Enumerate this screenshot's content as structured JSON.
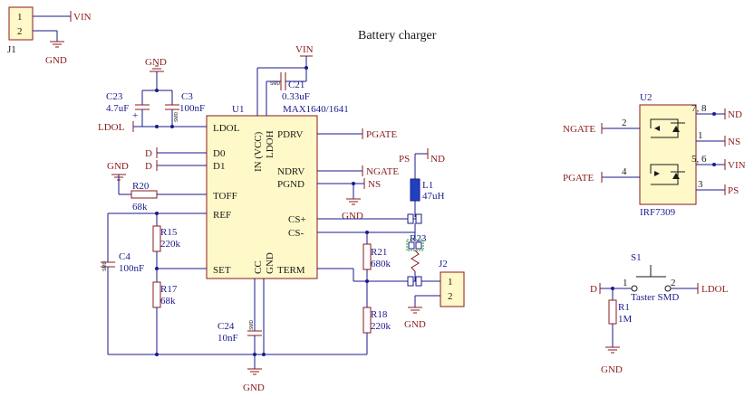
{
  "title": "Battery charger",
  "nets": {
    "vin": "VIN",
    "gnd": "GND",
    "ldol": "LDOL",
    "pgate": "PGATE",
    "ngate": "NGATE",
    "ns": "NS",
    "nd": "ND",
    "ps": "PS",
    "d": "D"
  },
  "j1": {
    "ref": "J1",
    "pin1": "1",
    "pin2": "2"
  },
  "j2": {
    "ref": "J2",
    "pin1": "1",
    "pin2": "2"
  },
  "u1": {
    "ref": "U1",
    "part": "MAX1640/1641",
    "pins": {
      "ldol": "LDOL",
      "pdrv": "PDRV",
      "d0": "D0",
      "d1": "D1",
      "ndrv": "NDRV",
      "pgnd": "PGND",
      "toff": "TOFF",
      "ref": "REF",
      "csp": "CS+",
      "csm": "CS-",
      "set": "SET",
      "term": "TERM",
      "in": "IN (VCC)",
      "ldoh": "LDOH",
      "cc": "CC",
      "gnd": "GND"
    }
  },
  "u2": {
    "ref": "U2",
    "part": "IRF7309",
    "pin2": "2",
    "pin1": "1",
    "pin78": "7, 8",
    "pin4": "4",
    "pin56": "5, 6",
    "pin3": "3"
  },
  "s1": {
    "ref": "S1",
    "part": "Taster SMD",
    "pin1": "1",
    "pin2": "2"
  },
  "components": {
    "c21": {
      "ref": "C21",
      "value": "0.33uF"
    },
    "c23": {
      "ref": "C23",
      "value": "4.7uF"
    },
    "c3": {
      "ref": "C3",
      "value": "100nF"
    },
    "c4": {
      "ref": "C4",
      "value": "100nF"
    },
    "c24": {
      "ref": "C24",
      "value": "10nF"
    },
    "r20": {
      "ref": "R20",
      "value": "68k"
    },
    "r15": {
      "ref": "R15",
      "value": "220k"
    },
    "r17": {
      "ref": "R17",
      "value": "68k"
    },
    "r21": {
      "ref": "R21",
      "value": "680k"
    },
    "r18": {
      "ref": "R18",
      "value": "220k"
    },
    "r23": {
      "ref": "R23",
      "value": ""
    },
    "r1": {
      "ref": "R1",
      "value": "1M"
    },
    "l1": {
      "ref": "L1",
      "value": "47uH"
    }
  },
  "smd_mark": "SMD",
  "polarity_mark": "+"
}
